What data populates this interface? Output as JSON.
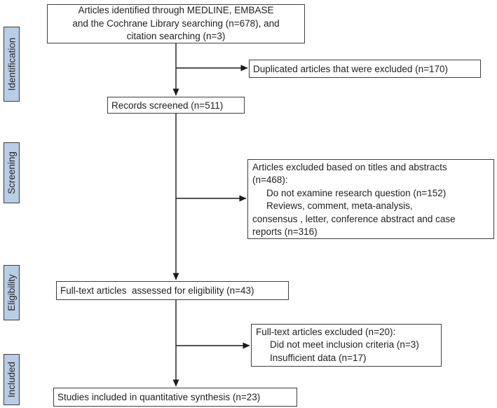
{
  "stages": [
    {
      "label": "Identification"
    },
    {
      "label": "Screening"
    },
    {
      "label": "Eligibility"
    },
    {
      "label": "Included"
    }
  ],
  "boxes": {
    "identified": {
      "lines": [
        "Articles identified through MEDLINE, EMBASE",
        "and the Cochrane Library searching (n=678), and",
        "citation searching (n=3)"
      ]
    },
    "duplicates_excluded": {
      "text": "Duplicated articles that were excluded (n=170)"
    },
    "records_screened": {
      "text": "Records screened (n=511)"
    },
    "excluded_titles_abstracts": {
      "lines": [
        "Articles excluded based on titles and abstracts",
        "(n=468):",
        "Do not examine research question (n=152)",
        "Reviews, comment, meta-analysis,",
        "consensus , letter, conference abstract and case",
        "reports (n=316)"
      ]
    },
    "fulltext_assessed": {
      "text": "Full-text articles  assessed for eligibility (n=43)"
    },
    "fulltext_excluded": {
      "lines": [
        "Full-text articles excluded (n=20):",
        "Did not meet inclusion criteria (n=3)",
        "Insufficient data (n=17)"
      ]
    },
    "included_synthesis": {
      "text": "Studies included in quantitative synthesis (n=23)"
    }
  },
  "colors": {
    "stage_fill": "#b9cde5",
    "box_border": "#3f3f3f",
    "arrow": "#1a1a1a"
  }
}
